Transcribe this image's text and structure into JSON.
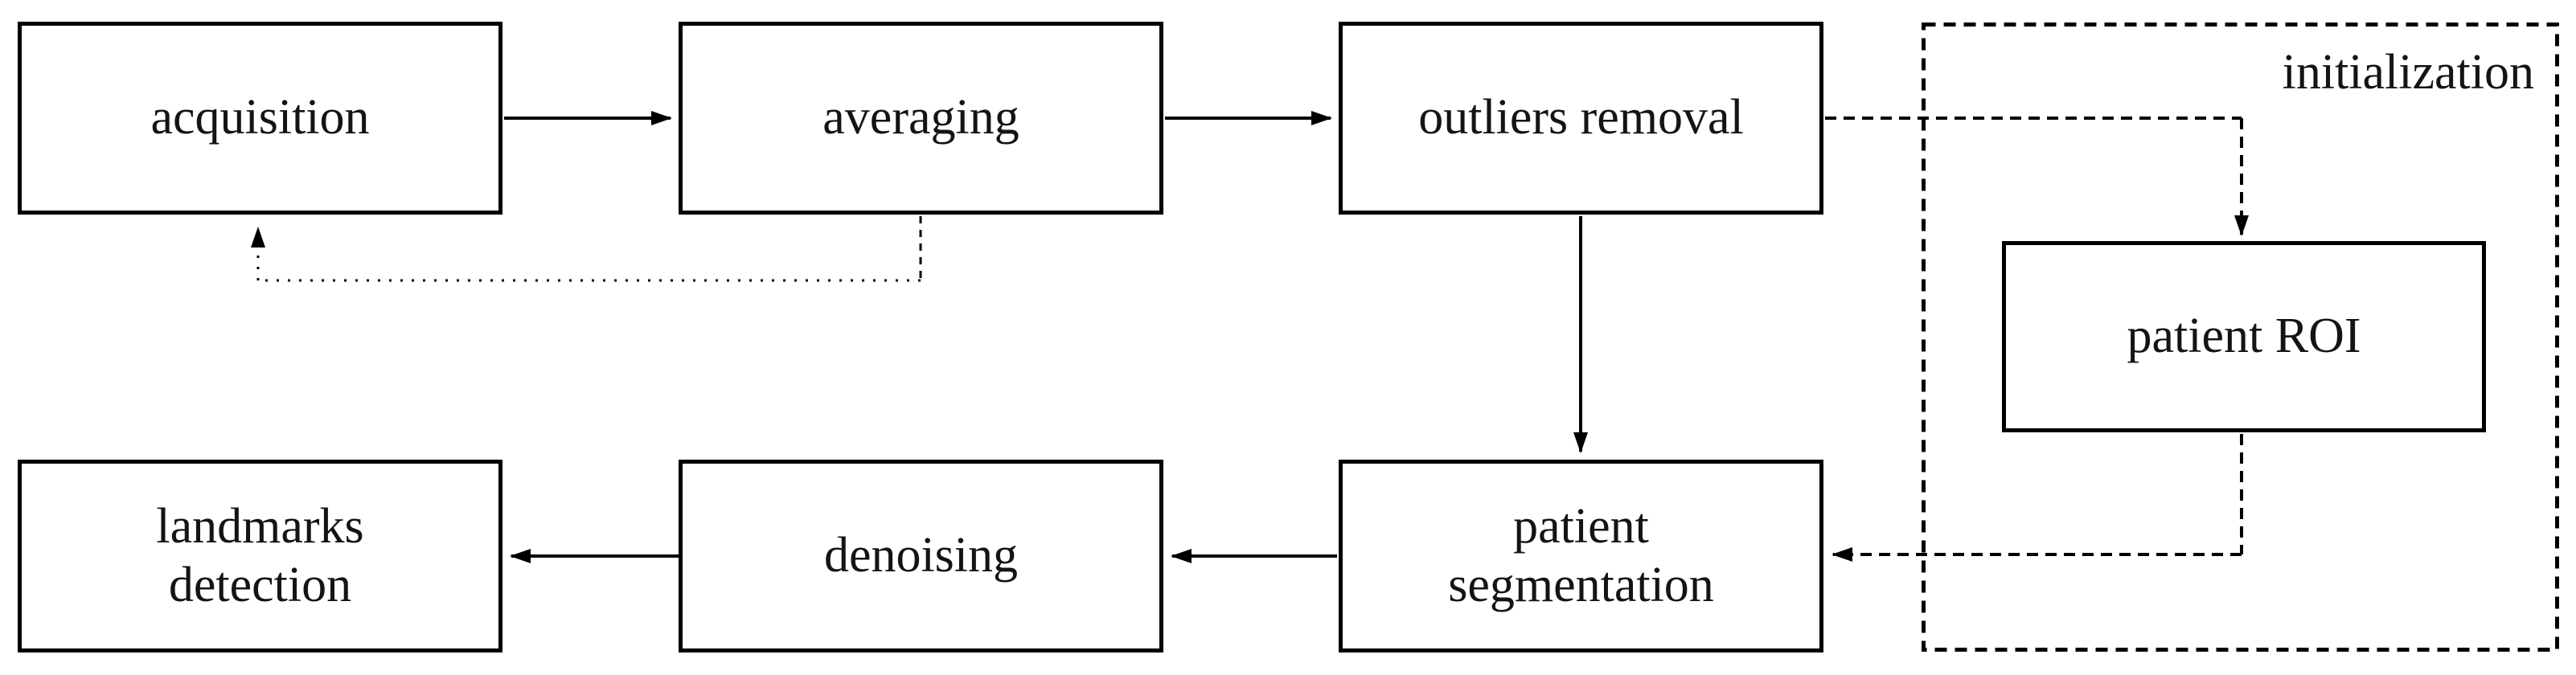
{
  "diagram": {
    "type": "flowchart",
    "background_color": "#ffffff",
    "line_color": "#000000",
    "text_color": "#141414",
    "nodes": [
      {
        "id": "acquisition",
        "label": "acquisition"
      },
      {
        "id": "averaging",
        "label": "averaging"
      },
      {
        "id": "outliers-removal",
        "label": "outliers removal"
      },
      {
        "id": "landmarks-detection",
        "label": "landmarks\ndetection"
      },
      {
        "id": "denoising",
        "label": "denoising"
      },
      {
        "id": "patient-segmentation",
        "label": "patient\nsegmentation"
      },
      {
        "id": "patient-roi",
        "label": "patient ROI"
      }
    ],
    "container": {
      "id": "initialization-group",
      "label": "initialization",
      "border_style": "dashed"
    },
    "edges": [
      {
        "from": "acquisition",
        "to": "averaging",
        "style": "solid",
        "direction": "right"
      },
      {
        "from": "averaging",
        "to": "outliers-removal",
        "style": "solid",
        "direction": "right"
      },
      {
        "from": "outliers-removal",
        "to": "patient-roi",
        "style": "dashed",
        "direction": "right-then-down"
      },
      {
        "from": "patient-roi",
        "to": "patient-segmentation",
        "style": "dashed",
        "direction": "down-then-left"
      },
      {
        "from": "outliers-removal",
        "to": "patient-segmentation",
        "style": "solid",
        "direction": "down"
      },
      {
        "from": "patient-segmentation",
        "to": "denoising",
        "style": "solid",
        "direction": "left"
      },
      {
        "from": "denoising",
        "to": "landmarks-detection",
        "style": "solid",
        "direction": "left"
      },
      {
        "from": "averaging",
        "to": "acquisition",
        "style": "dotted",
        "direction": "down-left-up",
        "note": "feedback loop"
      }
    ]
  }
}
